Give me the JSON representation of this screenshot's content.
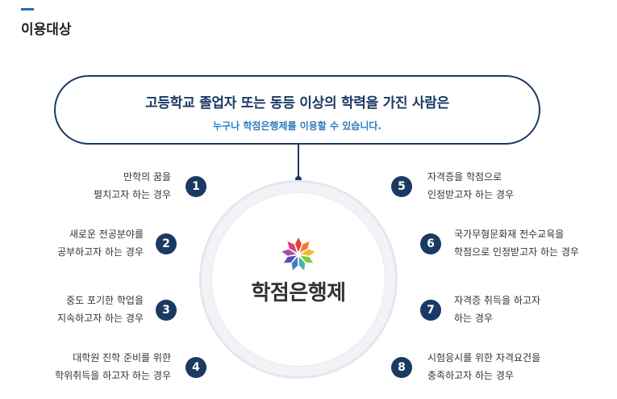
{
  "section": {
    "title": "이용대상"
  },
  "target": {
    "main": "고등학교 졸업자 또는 동등 이상의 학력을 가진 사람은",
    "sub": "누구나 학점은행제를 이용할 수 있습니다."
  },
  "brand": {
    "name": "학점은행제",
    "logo_icon": "flower-logo-icon"
  },
  "colors": {
    "navy": "#1b3a63",
    "accent_blue": "#2f7bc2"
  },
  "items": [
    {
      "num": "1",
      "line1": "만학의 꿈을",
      "line2": "펼치고자 하는 경우"
    },
    {
      "num": "2",
      "line1": "새로운 전공분야를",
      "line2": "공부하고자 하는 경우"
    },
    {
      "num": "3",
      "line1": "중도 포기한 학업을",
      "line2": "지속하고자 하는 경우"
    },
    {
      "num": "4",
      "line1": "대학원 진학 준비를 위한",
      "line2": "학위취득을 하고자 하는 경우"
    },
    {
      "num": "5",
      "line1": "자격증을 학점으로",
      "line2": "인정받고자 하는 경우"
    },
    {
      "num": "6",
      "line1": "국가무형문화재 전수교육을",
      "line2": "학점으로 인정받고자 하는 경우"
    },
    {
      "num": "7",
      "line1": "자격증 취득을 하고자",
      "line2": "하는 경우"
    },
    {
      "num": "8",
      "line1": "시험응시를 위한 자격요건을",
      "line2": "충족하고자 하는 경우"
    }
  ]
}
